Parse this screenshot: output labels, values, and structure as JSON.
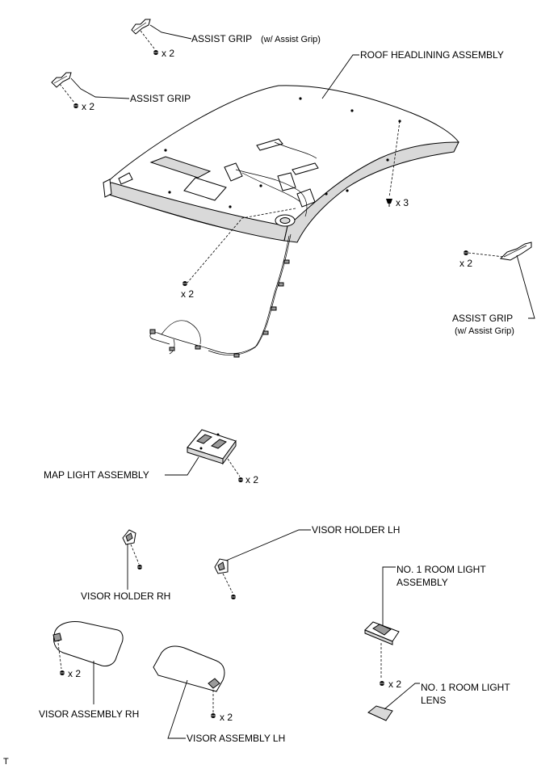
{
  "labels": {
    "assist_grip_top": "ASSIST GRIP",
    "assist_grip_top_note": "(w/ Assist Grip)",
    "assist_grip_left": "ASSIST GRIP",
    "roof_headlining": "ROOF HEADLINING ASSEMBLY",
    "assist_grip_right": "ASSIST GRIP",
    "assist_grip_right_note": "(w/ Assist Grip)",
    "map_light": "MAP LIGHT ASSEMBLY",
    "visor_holder_lh": "VISOR HOLDER LH",
    "visor_holder_rh": "VISOR HOLDER RH",
    "room_light_line1": "NO. 1 ROOM LIGHT",
    "room_light_line2": "ASSEMBLY",
    "room_light_lens_line1": "NO. 1 ROOM LIGHT",
    "room_light_lens_line2": "LENS",
    "visor_rh": "VISOR ASSEMBLY RH",
    "visor_lh": "VISOR ASSEMBLY LH",
    "corner_mark": "T"
  },
  "quantities": {
    "grip_top": "x 2",
    "grip_left": "x 2",
    "headlining_clips": "x 3",
    "grip_right": "x 2",
    "headlining_screws": "x 2",
    "map_light": "x 2",
    "visor_rh": "x 2",
    "visor_lh": "x 2",
    "room_light": "x 2"
  }
}
